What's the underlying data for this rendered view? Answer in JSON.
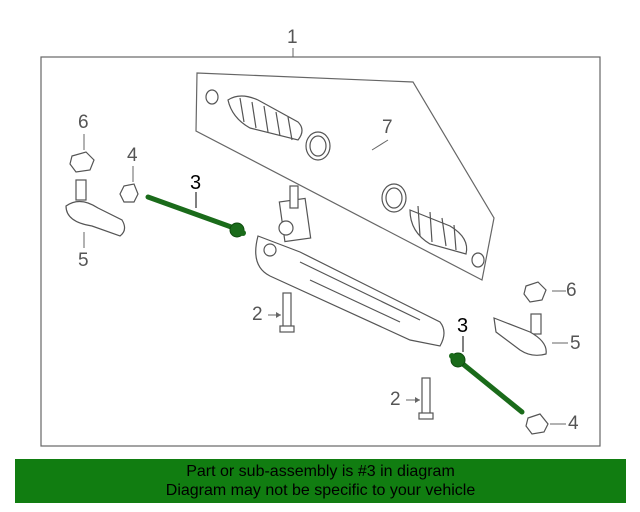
{
  "callouts": {
    "assembly": "1",
    "inner_tie_rod_left": "3",
    "inner_tie_rod_right": "3",
    "jam_nut_left": "4",
    "jam_nut_right": "4",
    "outer_tie_rod_left": "5",
    "outer_tie_rod_right": "5",
    "nut_left": "6",
    "nut_right": "6",
    "bolt_upper": "2",
    "bolt_lower": "2",
    "boot_kit": "7"
  },
  "banner": {
    "line1": "Part or sub-assembly is #3 in diagram",
    "line2": "Diagram may not be specific to your vehicle"
  },
  "colors": {
    "line": "#555555",
    "highlight_part": "#1a6b1a",
    "banner_bg": "#117d11"
  }
}
